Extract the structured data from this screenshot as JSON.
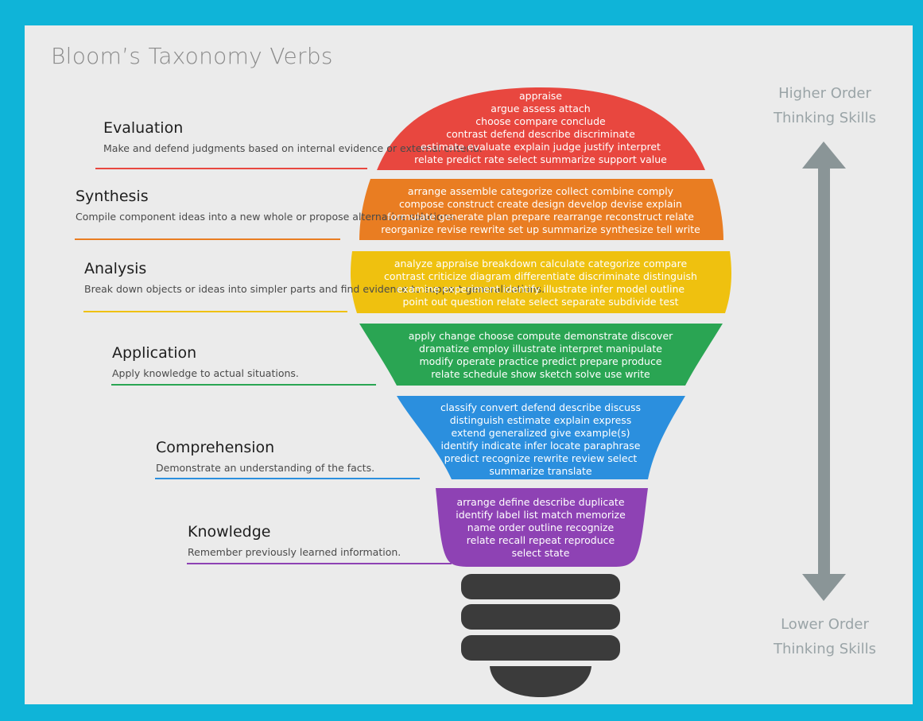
{
  "title": "Bloom’s Taxonomy Verbs",
  "top_label": "Higher Order\nThinking Skills",
  "bottom_label": "Lower Order\nThinking Skills",
  "levels": [
    {
      "name": "Evaluation",
      "desc": "Make and defend judgments based on internal\nevidence or external criteria.",
      "color": "#e8473f",
      "verbs": "appraise\nargue assess attach\nchoose compare conclude\ncontrast defend describe discriminate\nestimate evaluate explain judge justify interpret\nrelate predict rate select summarize support value"
    },
    {
      "name": "Synthesis",
      "desc": "Compile component ideas into a new whole or\npropose alternative solutions.",
      "color": "#e97d22",
      "verbs": "arrange assemble categorize collect combine comply\ncompose construct create design develop devise explain\nformulate generate plan prepare rearrange reconstruct relate\nreorganize revise rewrite set up summarize synthesize tell write"
    },
    {
      "name": "Analysis",
      "desc": "Break down objects or ideas into simpler parts\nand find evidence to support generalizations.",
      "color": "#efc10f",
      "verbs": "analyze appraise breakdown calculate categorize compare\ncontrast criticize diagram differentiate discriminate distinguish\nexamine experiment identify illustrate infer model outline\npoint out question relate select separate subdivide test"
    },
    {
      "name": "Application",
      "desc": "Apply knowledge to actual situations.",
      "color": "#2aa553",
      "verbs": "apply change choose compute demonstrate discover\ndramatize employ illustrate interpret manipulate\nmodify operate practice predict prepare produce\nrelate schedule show sketch solve use write"
    },
    {
      "name": "Comprehension",
      "desc": "Demonstrate an understanding of the facts.",
      "color": "#2b8fde",
      "verbs": "classify convert defend describe discuss\ndistinguish estimate explain express\nextend generalized give example(s)\nidentify indicate infer locate paraphrase\npredict recognize rewrite review select\nsummarize translate"
    },
    {
      "name": "Knowledge",
      "desc": "Remember previously learned information.",
      "color": "#8e42b4",
      "verbs": "arrange define describe duplicate\nidentify label list match memorize\nname order outline recognize\nrelate recall repeat reproduce\nselect state"
    }
  ],
  "colors": {
    "background": "#0fb4d8",
    "panel": "#ebebeb",
    "arrow": "#8a9597",
    "bulb_base": "#3b3b3b"
  }
}
